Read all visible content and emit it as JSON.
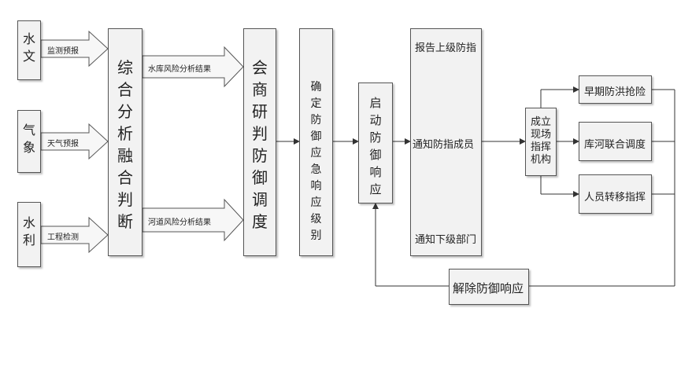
{
  "sources": [
    {
      "label": "水文",
      "arrow_label": "监测预报"
    },
    {
      "label": "气象",
      "arrow_label": "天气预报"
    },
    {
      "label": "水利",
      "arrow_label": "工程检测"
    }
  ],
  "analysis": "综合分析融合判断",
  "results": {
    "top": "水库风险分析结果",
    "bottom": "河道风险分析结果"
  },
  "consult": "会商研判防御调度",
  "determine": "确定防御应急响应级别",
  "launch": "启动防御响应",
  "notify": {
    "upper": "报告上级防指",
    "members": "通知防指成员",
    "lower": "通知下级部门"
  },
  "onsite": "成立现场指挥机构",
  "actions": [
    "早期防洪抢险",
    "库河联合调度",
    "人员转移指挥"
  ],
  "release": "解除防御响应"
}
